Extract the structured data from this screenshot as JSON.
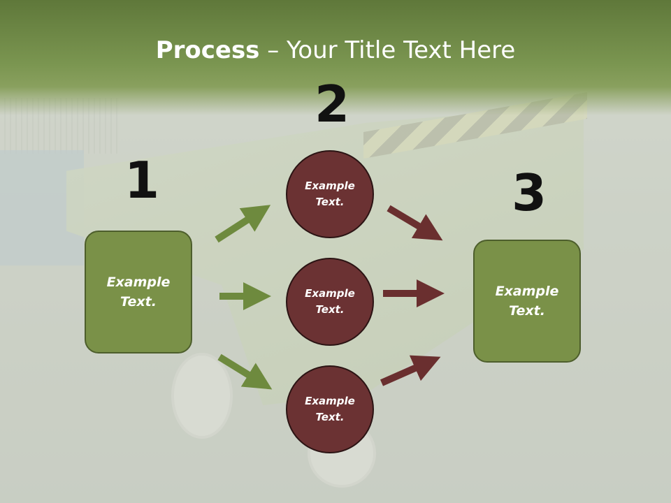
{
  "title": {
    "bold": "Process",
    "rest": " – Your Title Text Here"
  },
  "steps": {
    "one": "1",
    "two": "2",
    "three": "3"
  },
  "boxes": {
    "left": "Example Text.",
    "right": "Example Text."
  },
  "circles": {
    "top": "Example Text.",
    "middle": "Example Text.",
    "bottom": "Example Text."
  },
  "colors": {
    "green": "#7a9148",
    "maroon": "#6b3233",
    "arrow_green": "#6e8a3e",
    "arrow_maroon": "#6a2f2f"
  }
}
